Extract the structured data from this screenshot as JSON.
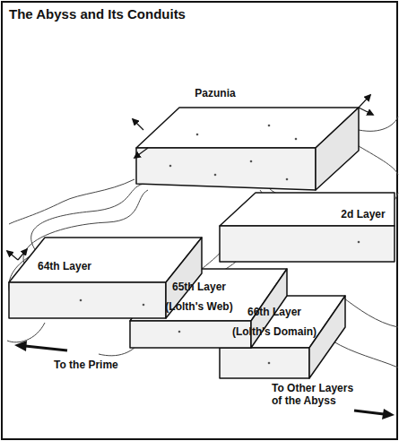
{
  "diagram": {
    "title": "The Abyss and Its Conduits",
    "nodes": [
      {
        "text": [
          "Pazunia"
        ]
      },
      {
        "text": [
          "2d Layer"
        ]
      },
      {
        "text": [
          "64th Layer"
        ]
      },
      {
        "text": [
          "65th Layer",
          "(Lolth's Web)"
        ]
      },
      {
        "text": [
          "66th Layer",
          "(Lolth's Domain)"
        ]
      }
    ],
    "labels": [
      "To the Prime",
      "To Other Layers of the Abyss"
    ]
  }
}
